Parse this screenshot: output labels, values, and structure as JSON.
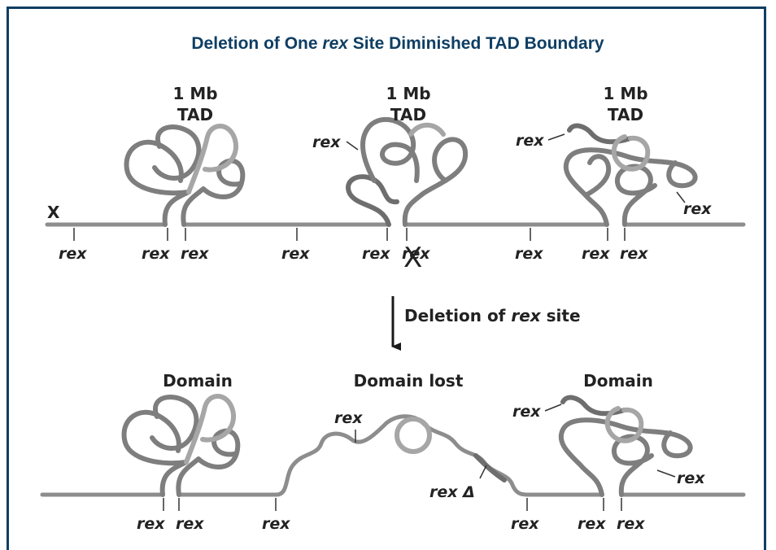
{
  "title": {
    "prefix": "Deletion of One ",
    "italic": "rex",
    "suffix": " Site Diminished TAD Boundary"
  },
  "top": {
    "tad_labels": [
      {
        "line1": "1 Mb",
        "line2": "TAD"
      },
      {
        "line1": "1 Mb",
        "line2": "TAD"
      },
      {
        "line1": "1 Mb",
        "line2": "TAD"
      }
    ],
    "x_label": "X",
    "rex_label": "rex",
    "deleted_mark": "X"
  },
  "arrow": {
    "prefix": "Deletion of ",
    "italic": "rex",
    "suffix": " site"
  },
  "bottom": {
    "domain_left": "Domain",
    "domain_lost": "Domain lost",
    "domain_right": "Domain",
    "rex_label": "rex",
    "rex_delta": "rex Δ"
  },
  "colors": {
    "title": "#0f3e63",
    "border": "#0f3e63",
    "chromatin": "#8d8d8d"
  }
}
